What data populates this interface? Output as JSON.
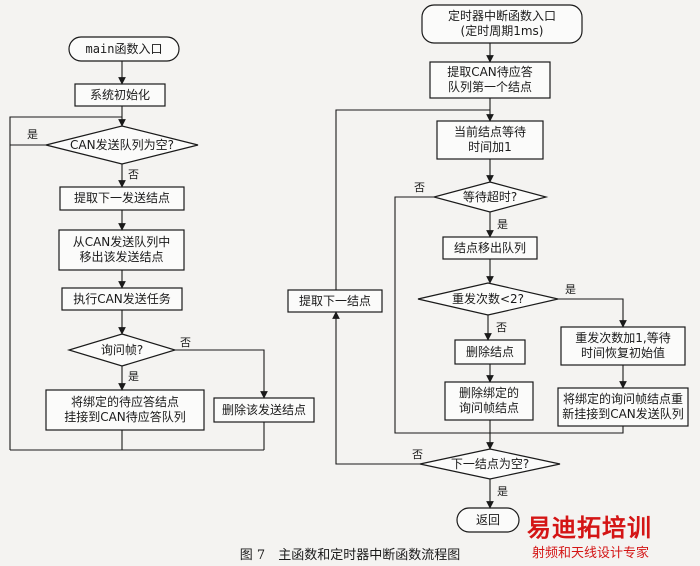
{
  "main_flow": {
    "entry": "main函数入口",
    "init": "系统初始化",
    "queue_empty": "CAN发送队列为空?",
    "fetch_next": "提取下一发送结点",
    "remove_from_queue": "从CAN发送队列中\n移出该发送结点",
    "send_task": "执行CAN发送任务",
    "query_frame": "询问帧?",
    "attach_wait": "将绑定的待应答结点\n挂接到CAN待应答队列",
    "delete_node": "删除该发送结点",
    "label_yes_1": "是",
    "label_no_1": "否",
    "label_yes_2": "是",
    "label_no_2": "否"
  },
  "timer_flow": {
    "entry": "定时器中断函数入口\n(定时周期1ms)",
    "fetch_first": "提取CAN待应答\n队列第一个结点",
    "wait_inc": "当前结点等待\n时间加1",
    "timeout": "等待超时?",
    "move_out": "结点移出队列",
    "resend_check": "重发次数<2?",
    "delete_node": "删除结点",
    "delete_query": "删除绑定的\n询问帧结点",
    "resend_inc": "重发次数加1,等待\n时间恢复初始值",
    "reattach": "将绑定的询问帧结点重\n新挂接到CAN发送队列",
    "fetch_next": "提取下一结点",
    "next_empty": "下一结点为空?",
    "return": "返回",
    "label_no_timeout": "否",
    "label_yes_timeout": "是",
    "label_yes_resend": "是",
    "label_no_resend": "否",
    "label_no_next": "否",
    "label_yes_next": "是"
  },
  "caption": "图 7　主函数和定时器中断函数流程图",
  "watermark": {
    "title": "易迪拓培训",
    "subtitle": "射频和天线设计专家"
  }
}
